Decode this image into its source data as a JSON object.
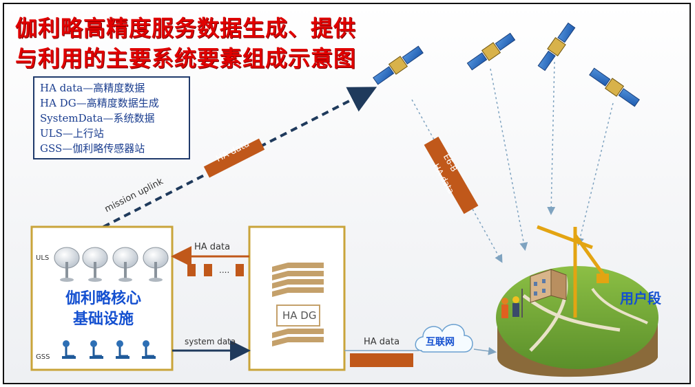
{
  "title": {
    "line1": "伽利略高精度服务数据生成、提供",
    "line2": "与利用的主要系统要素组成示意图"
  },
  "legend": {
    "items": [
      "HA data—高精度数据",
      "HA DG—高精度数据生成",
      "SystemData—系统数据",
      "ULS—上行站",
      "GSS—伽利略传感器站"
    ]
  },
  "links": {
    "mission_uplink": "mission uplink",
    "ha_data_uplink": "HA data",
    "e6b": "E6-B",
    "ha_data_satellite": "HA data",
    "ha_data_return": "HA data",
    "dots": "....",
    "system_data": "system data",
    "ha_data_internet": "HA data",
    "internet": "互联网"
  },
  "core": {
    "label_line1": "伽利略核心",
    "label_line2": "基础设施",
    "uls": "ULS",
    "gss": "GSS"
  },
  "dg_box": {
    "label": "HA DG"
  },
  "user": {
    "label": "用户段"
  },
  "colors": {
    "title_red": "#e00000",
    "accent_orange": "#c0581a",
    "box_gold": "#c9a43a",
    "link_navy": "#1f3a5c",
    "label_blue": "#1450d0"
  }
}
